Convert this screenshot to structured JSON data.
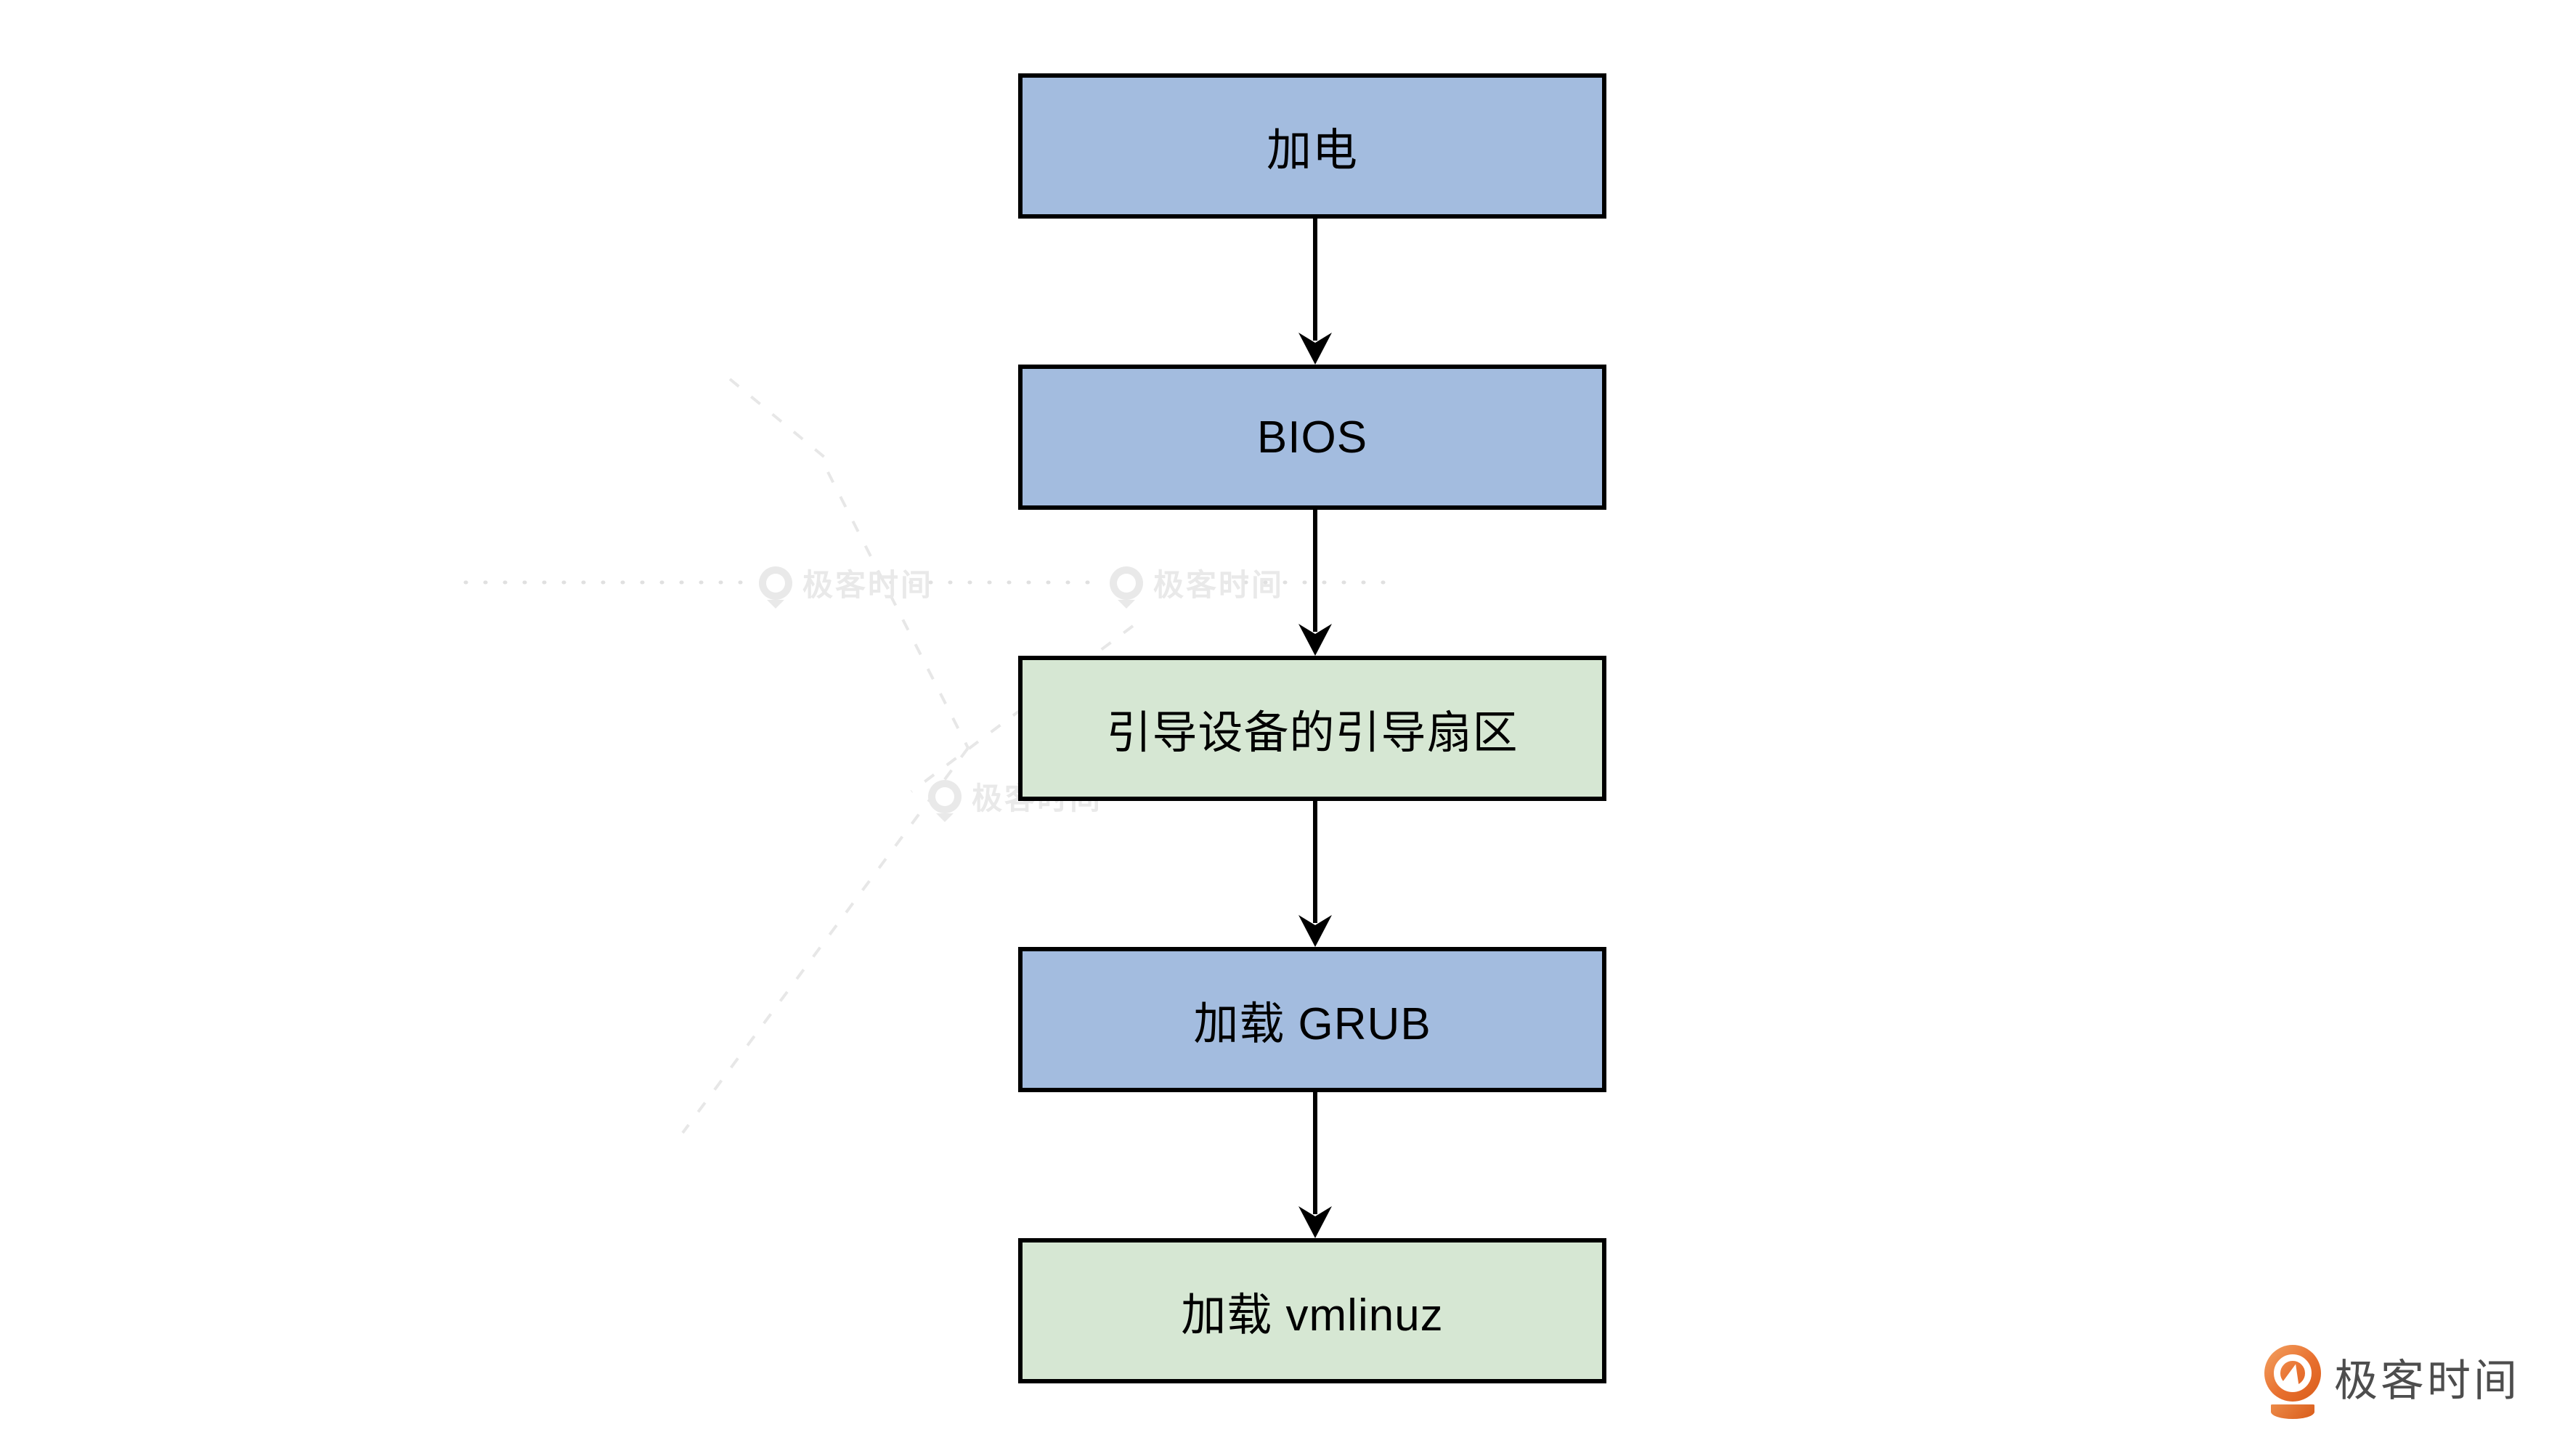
{
  "diagram": {
    "type": "flowchart",
    "direction": "top-down",
    "nodes": [
      {
        "id": "power-on",
        "label": "加电",
        "fill": "blue"
      },
      {
        "id": "bios",
        "label": "BIOS",
        "fill": "blue"
      },
      {
        "id": "boot-sector",
        "label": "引导设备的引导扇区",
        "fill": "green"
      },
      {
        "id": "load-grub",
        "label": "加载 GRUB",
        "fill": "blue"
      },
      {
        "id": "load-vmlinuz",
        "label": "加载 vmlinuz",
        "fill": "green"
      }
    ],
    "edges": [
      {
        "from": "power-on",
        "to": "bios"
      },
      {
        "from": "bios",
        "to": "boot-sector"
      },
      {
        "from": "boot-sector",
        "to": "load-grub"
      },
      {
        "from": "load-grub",
        "to": "load-vmlinuz"
      }
    ],
    "colors": {
      "node_blue": "#a3bcdf",
      "node_green": "#d6e7d3",
      "node_border": "#000000",
      "arrow": "#000000"
    }
  },
  "watermark": {
    "brand_text": "极客时间",
    "color": "#e9e9e9"
  },
  "branding": {
    "logo_text": "极客时间",
    "orange": "#e8662c",
    "text_color": "#4d4d4d"
  }
}
